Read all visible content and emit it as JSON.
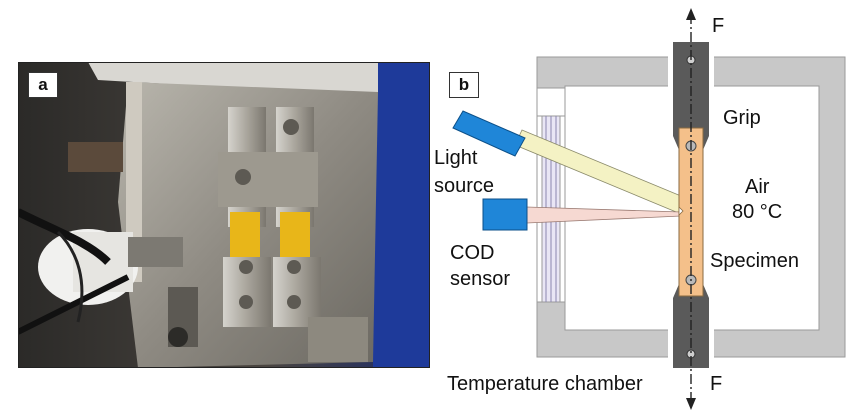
{
  "panel_a": {
    "label": "a",
    "description_icon": "test-rig-photo-icon"
  },
  "panel_b": {
    "label": "b",
    "force_top": "F",
    "force_bottom": "F",
    "grip": "Grip",
    "light_source_line1": "Light",
    "light_source_line2": "source",
    "air": "Air",
    "temperature": "80 °C",
    "cod_line1": "COD",
    "cod_line2": "sensor",
    "specimen": "Specimen",
    "chamber": "Temperature chamber"
  },
  "colors": {
    "chamber_frame": "#c8c8c8",
    "grip": "#5a5a5a",
    "specimen": "#f4c08a",
    "sensor": "#1f86d8",
    "light_beam": "#f4f2c4",
    "cod_beam": "#f6d9d2"
  }
}
